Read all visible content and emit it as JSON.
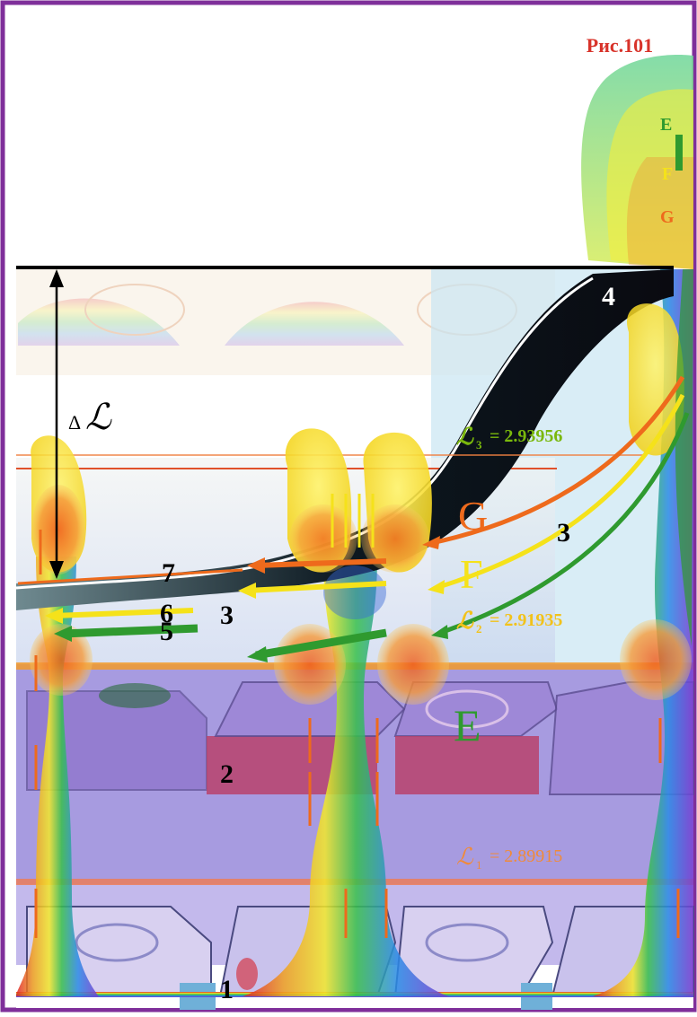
{
  "figure": {
    "caption": "Рис.101",
    "delta_label": "Δ",
    "delta_symbol": "ℒ"
  },
  "levels": [
    {
      "sub": "3",
      "value": "= 2.93956",
      "color": "#7ab80c"
    },
    {
      "sub": "2",
      "value": "= 2.91935",
      "color": "#f2c21a"
    },
    {
      "sub": "1",
      "value": "= 2.89915",
      "color": "#f08a3a"
    }
  ],
  "numbers": [
    "1",
    "2",
    "3",
    "3",
    "4",
    "5",
    "6",
    "7"
  ],
  "field_letters": {
    "big_g": "G",
    "big_f": "F",
    "big_e": "E",
    "small_e": "E",
    "small_f": "F",
    "small_g": "G"
  },
  "colors": {
    "border": "#7f2f9a",
    "caption": "#d8332a",
    "g_field": "#ee6a1c",
    "f_field": "#f5e21a",
    "e_field": "#2f9a2f",
    "violet_band": "#a79be0",
    "pink_band": "#b8426b"
  }
}
